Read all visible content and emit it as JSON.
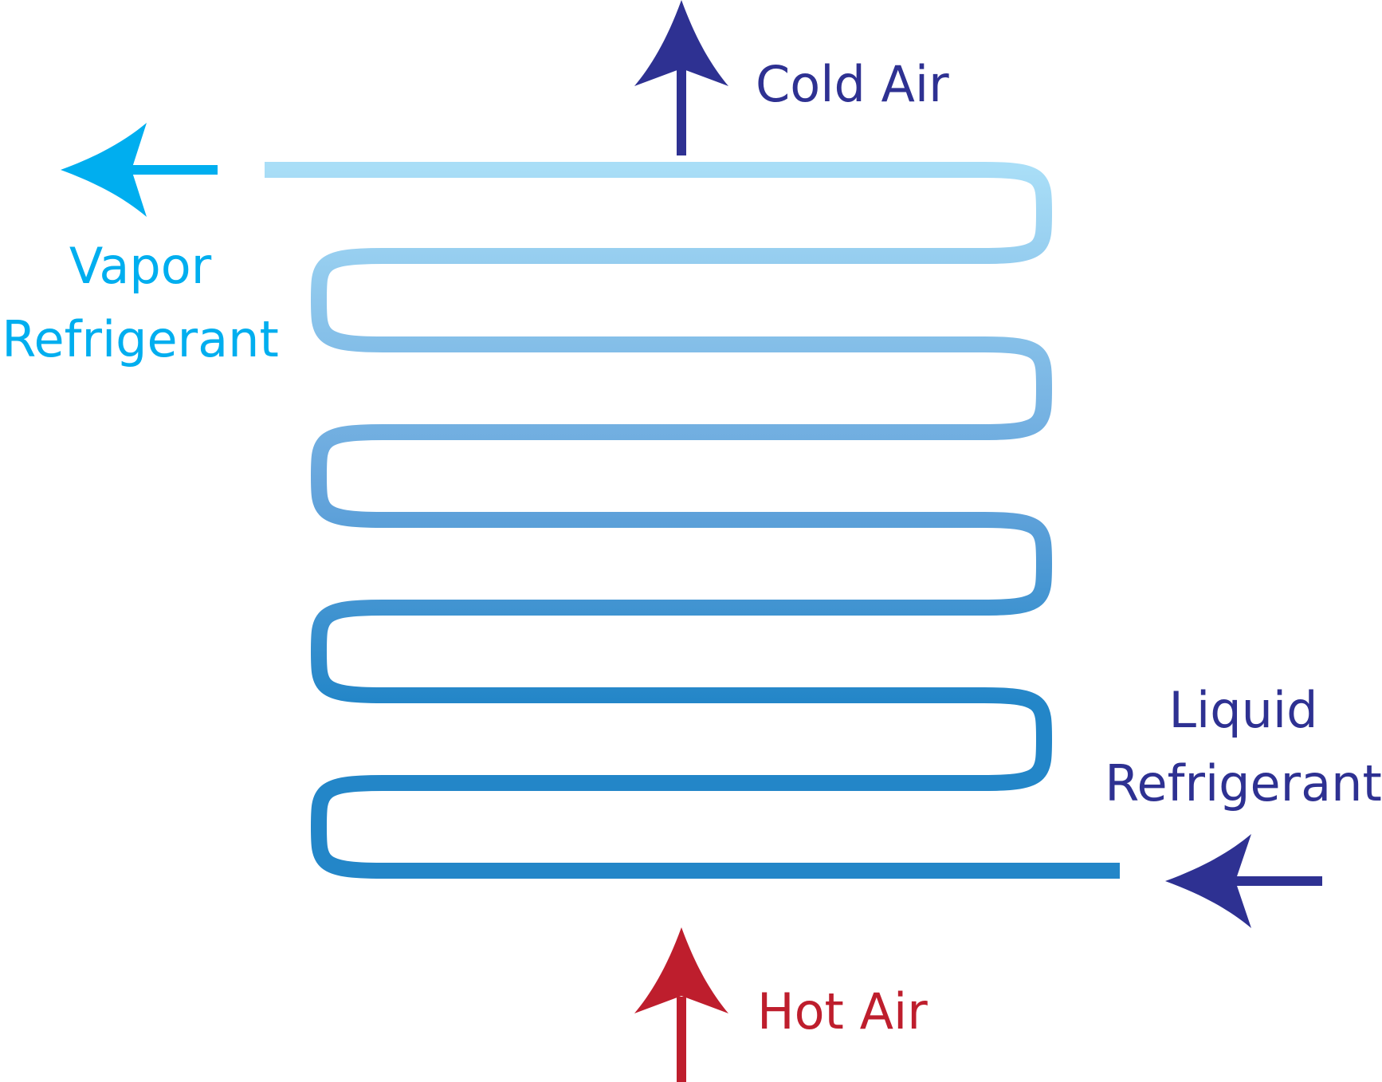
{
  "labels": {
    "cold_air": "Cold Air",
    "hot_air": "Hot Air",
    "vapor_line1": "Vapor",
    "vapor_line2": "Refrigerant",
    "liquid_line1": "Liquid",
    "liquid_line2": "Refrigerant"
  },
  "colors": {
    "cold_air": "#2e3192",
    "hot_air": "#be1e2d",
    "vapor": "#00aeef",
    "liquid": "#2e3192",
    "coil_start": "#a9def7",
    "coil_end": "#2386c8"
  }
}
